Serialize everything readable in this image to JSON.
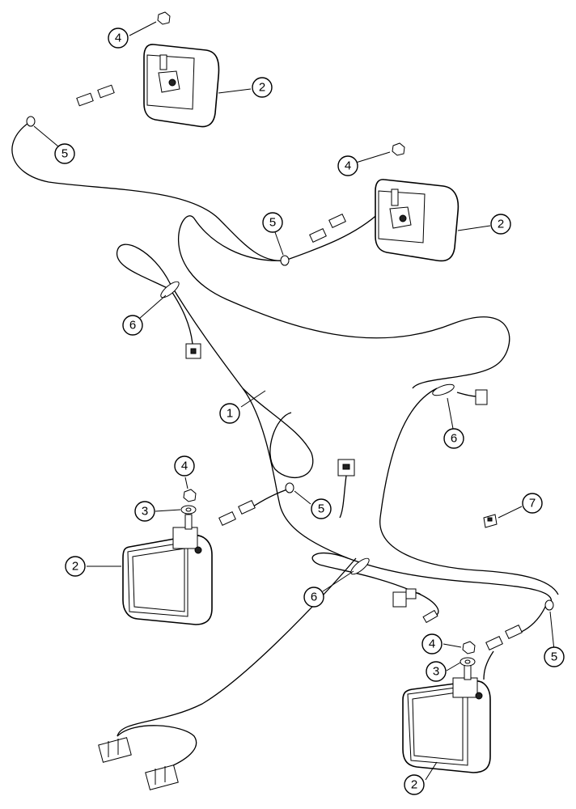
{
  "callouts": {
    "c1": "1",
    "c2a": "2",
    "c2b": "2",
    "c2c": "2",
    "c2d": "2",
    "c3a": "3",
    "c3b": "3",
    "c4a": "4",
    "c4b": "4",
    "c4c": "4",
    "c4d": "4",
    "c5a": "5",
    "c5b": "5",
    "c5c": "5",
    "c5d": "5",
    "c6a": "6",
    "c6b": "6",
    "c6c": "6",
    "c7": "7"
  },
  "colors": {
    "line": "#000000",
    "background": "#ffffff"
  }
}
